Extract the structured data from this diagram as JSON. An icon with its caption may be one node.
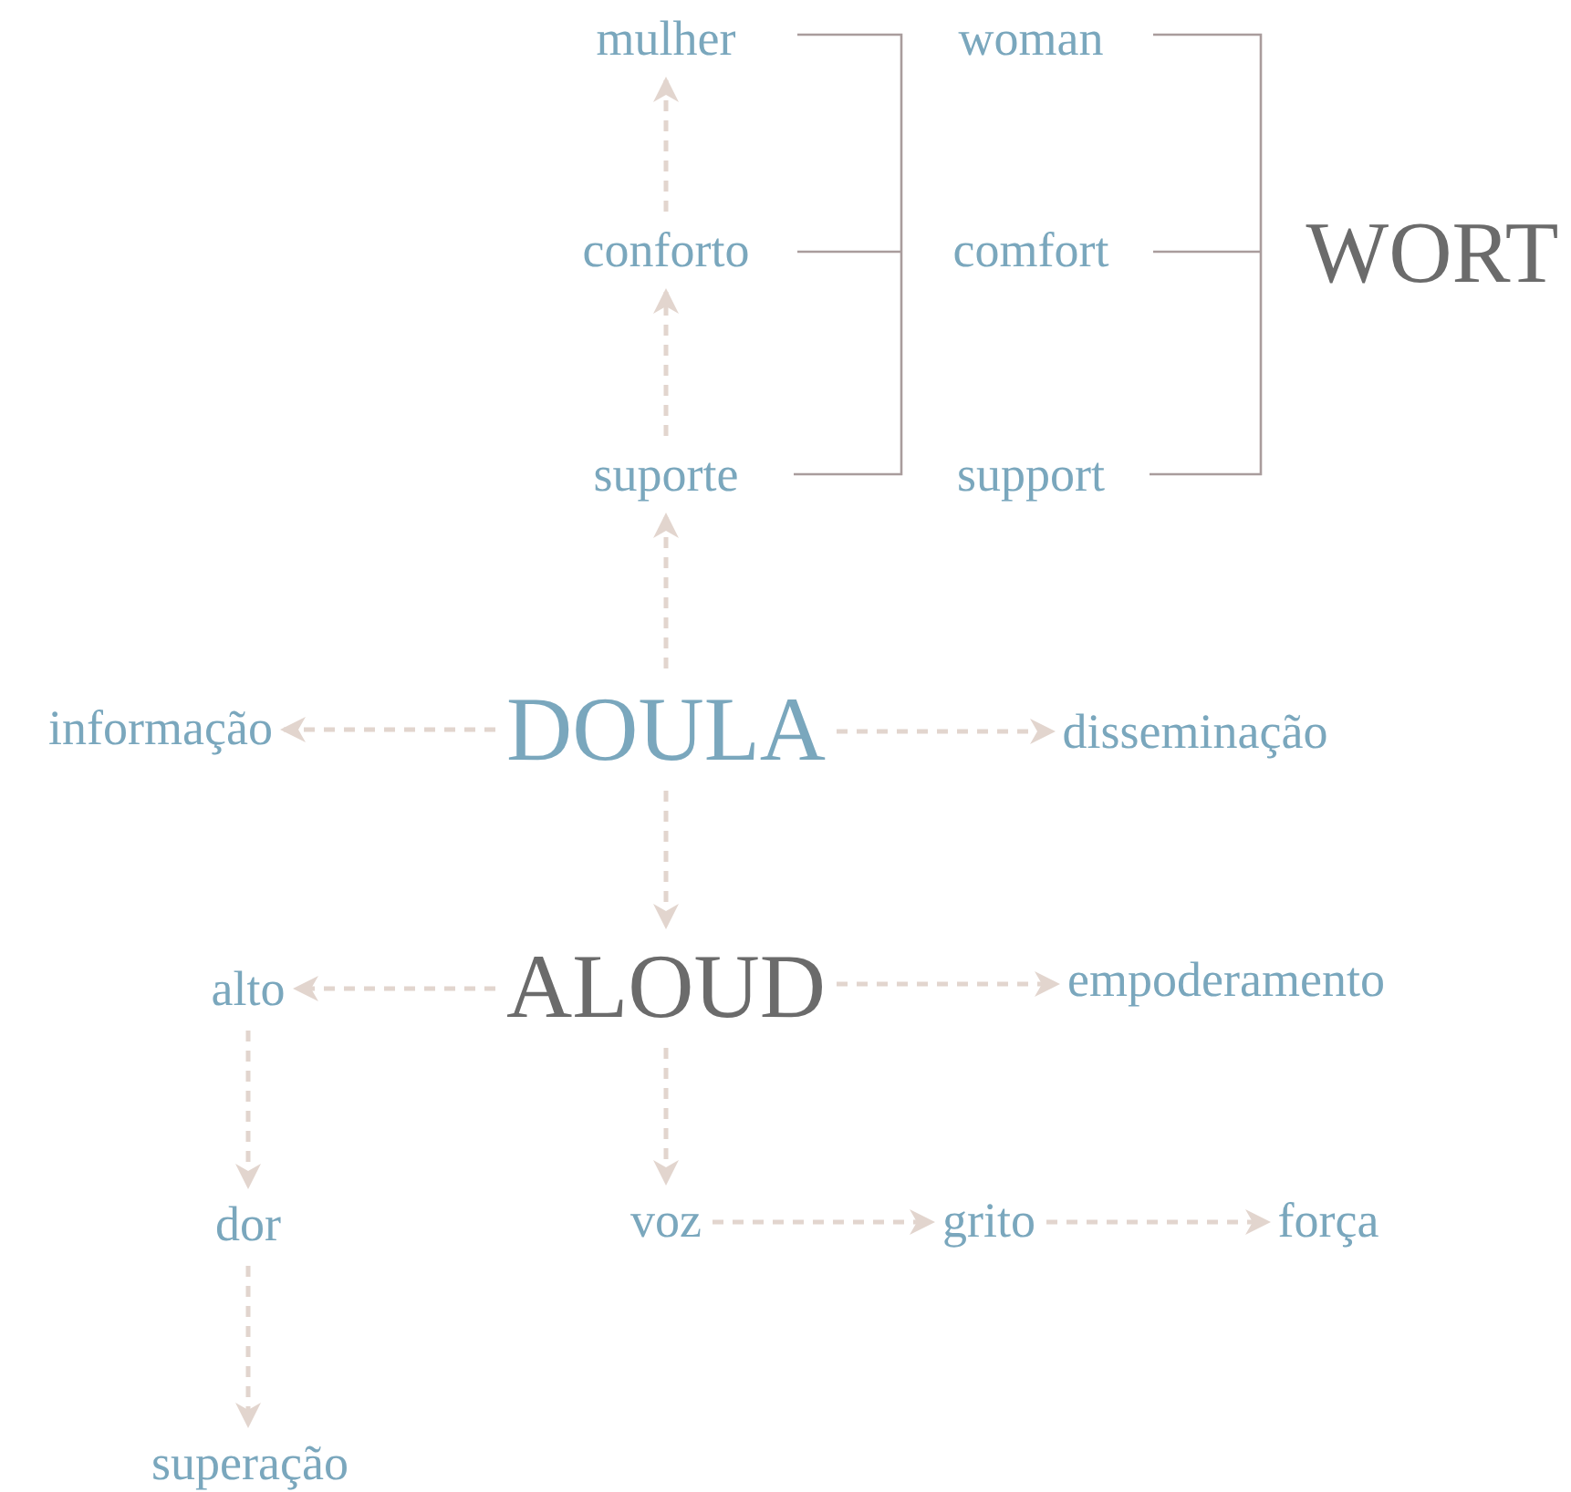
{
  "diagram": {
    "nodes": [
      {
        "text": [
          "mulher"
        ]
      },
      {
        "text": [
          "woman"
        ]
      },
      {
        "text": [
          "conforto"
        ]
      },
      {
        "text": [
          "comfort"
        ]
      },
      {
        "text": [
          "WORT"
        ]
      },
      {
        "text": [
          "suporte"
        ]
      },
      {
        "text": [
          "support"
        ]
      },
      {
        "text": [
          "informação"
        ]
      },
      {
        "text": [
          "DOULA"
        ]
      },
      {
        "text": [
          "disseminação"
        ]
      },
      {
        "text": [
          "alto"
        ]
      },
      {
        "text": [
          "ALOUD"
        ]
      },
      {
        "text": [
          "empoderamento"
        ]
      },
      {
        "text": [
          "dor"
        ]
      },
      {
        "text": [
          "voz"
        ]
      },
      {
        "text": [
          "grito"
        ]
      },
      {
        "text": [
          "força"
        ]
      },
      {
        "text": [
          "superação"
        ]
      }
    ],
    "edges": [
      {
        "from": 5,
        "to": 2,
        "arrow": "to",
        "style": "dashed"
      },
      {
        "from": 2,
        "to": 0,
        "arrow": "to",
        "style": "dashed"
      },
      {
        "from": 8,
        "to": 5,
        "arrow": "to",
        "style": "dashed"
      },
      {
        "from": 8,
        "to": 7,
        "arrow": "to",
        "style": "dashed"
      },
      {
        "from": 8,
        "to": 9,
        "arrow": "to",
        "style": "dashed"
      },
      {
        "from": 8,
        "to": 11,
        "arrow": "to",
        "style": "dashed"
      },
      {
        "from": 11,
        "to": 10,
        "arrow": "to",
        "style": "dashed"
      },
      {
        "from": 11,
        "to": 12,
        "arrow": "to",
        "style": "dashed"
      },
      {
        "from": 10,
        "to": 13,
        "arrow": "to",
        "style": "dashed"
      },
      {
        "from": 13,
        "to": 17,
        "arrow": "to",
        "style": "dashed"
      },
      {
        "from": 11,
        "to": 14,
        "arrow": "to",
        "style": "dashed"
      },
      {
        "from": 14,
        "to": 15,
        "arrow": "to",
        "style": "dashed"
      },
      {
        "from": 15,
        "to": 16,
        "arrow": "to",
        "style": "dashed"
      }
    ]
  }
}
